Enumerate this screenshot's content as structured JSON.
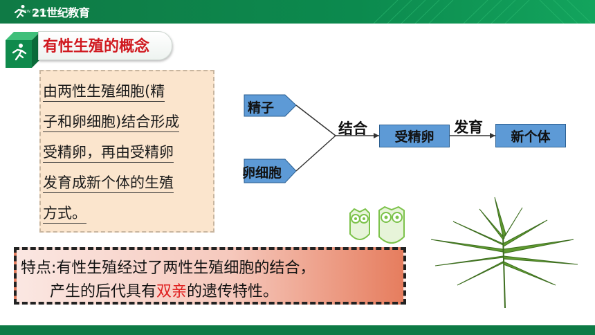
{
  "header": {
    "brand_name": "21世纪教育",
    "brand_sub": "WWW.21CNJY.COM"
  },
  "section": {
    "title": "有性生殖的概念"
  },
  "definition": {
    "lines": [
      "  由两性生殖细胞(精",
      "子和卵细胞)结合形成",
      "受精卵，再由受精卵",
      "发育成新个体的生殖",
      "方式。"
    ]
  },
  "diagram": {
    "sperm": "精子",
    "egg": "卵细胞",
    "combine": "结合",
    "zygote": "受精卵",
    "develop": "发育",
    "new_individual": "新个体"
  },
  "feature": {
    "line1": "特点:有性生殖经过了两性生殖细胞的结合，",
    "line2_prefix": "产生的后代具有",
    "line2_highlight": "双亲",
    "line2_suffix": "的遗传特性。"
  },
  "colors": {
    "header_green": "#0f7a45",
    "title_red": "#d0191f",
    "node_blue": "#5d9ad6",
    "highlight_red": "#e02020"
  },
  "icons": [
    "runner-logo-icon",
    "owl-icon",
    "palm-leaf-icon"
  ]
}
